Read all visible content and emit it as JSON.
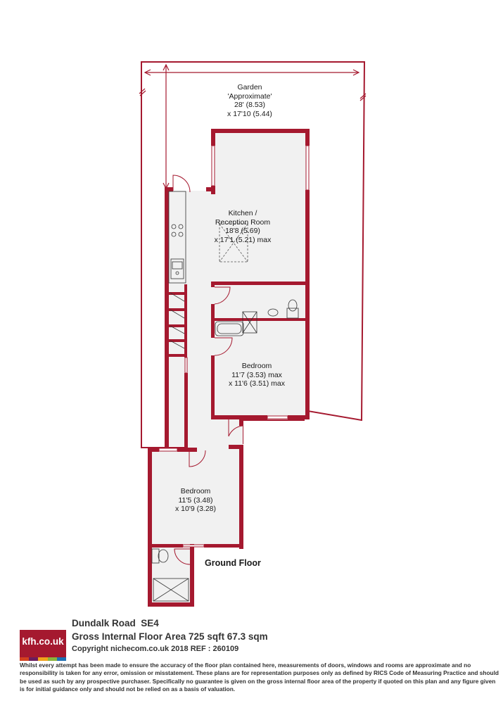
{
  "rooms": {
    "garden": {
      "name": "Garden",
      "line2": "'Approximate'",
      "line3": "28' (8.53)",
      "line4": "x 17'10 (5.44)"
    },
    "kitchen": {
      "name": "Kitchen /",
      "line2": "Reception Room",
      "line3": "18'8 (5.69)",
      "line4": "x 17'1 (5.21) max"
    },
    "bedroom1": {
      "name": "Bedroom",
      "line2": "11'7 (3.53) max",
      "line3": "x 11'6 (3.51) max"
    },
    "bedroom2": {
      "name": "Bedroom",
      "line2": "11'5 (3.48)",
      "line3": "x 10'9 (3.28)"
    }
  },
  "floor_label": "Ground Floor",
  "logo": {
    "text": "kfh.co.uk",
    "stripe_colors": [
      "#d3411f",
      "#6b1d5e",
      "#f1a21b",
      "#8ab33b",
      "#1d6fb3"
    ]
  },
  "title_block": {
    "address": "Dundalk Road  SE4",
    "area": "Gross Internal Floor Area 725 sqft 67.3 sqm",
    "copyright": "Copyright nichecom.co.uk 2018 REF : 260109"
  },
  "disclaimer": "Whilst every attempt has been made to ensure the accuracy of the floor plan contained here, measurements of doors, windows and rooms are approximate and no responsibility is taken for any error, omission or misstatement.  These plans are for representation purposes only as defined by RICS Code of Measuring Practice and should be used as such by any prospective purchaser.  Specifically no guarantee is given on the gross internal floor area of the property if quoted on this plan and any figure given is for initial guidance only and should not be relied on as a basis of valuation.",
  "colors": {
    "wall": "#a5192f",
    "floor_fill": "#f1f1f1",
    "outline": "#a5192f"
  }
}
